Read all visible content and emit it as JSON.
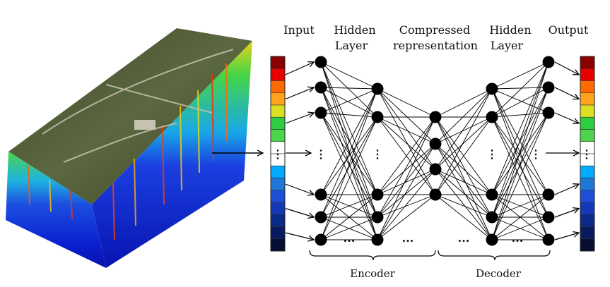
{
  "labels": {
    "input": "Input",
    "hidden_left_1": "Hidden",
    "hidden_left_2": "Layer",
    "compressed_1": "Compressed",
    "compressed_2": "representation",
    "hidden_right_1": "Hidden",
    "hidden_right_2": "Layer",
    "output": "Output",
    "encoder": "Encoder",
    "decoder": "Decoder"
  },
  "ellipsis": {
    "horizontal": "···",
    "vertical": "⋮"
  },
  "colors": {
    "node": "#000000",
    "edge": "#000000",
    "input_bar": [
      "#8b0000",
      "#e60000",
      "#ff6a00",
      "#ffa21c",
      "#d9e021",
      "#2ecc40",
      "#4cd54c",
      "#ffffff",
      "#ffffff",
      "#00aaff",
      "#1f78d8",
      "#1d4fd8",
      "#1438b8",
      "#0c2a8a",
      "#081b5e",
      "#060f33"
    ],
    "output_bar": [
      "#8b0000",
      "#e60000",
      "#ff6a00",
      "#ffa21c",
      "#d9e021",
      "#2ecc40",
      "#4cd54c",
      "#ffffff",
      "#ffffff",
      "#00aaff",
      "#1f78d8",
      "#1d4fd8",
      "#1438b8",
      "#0c2a8a",
      "#081b5e",
      "#060f33"
    ]
  },
  "network": {
    "layers": [
      {
        "name": "input-hidden",
        "nodes": 6,
        "gap_after": 3
      },
      {
        "name": "encoder-hidden",
        "nodes": 5,
        "gap_after": 2
      },
      {
        "name": "compressed",
        "nodes": 4,
        "gap_after": 99
      },
      {
        "name": "decoder-hidden",
        "nodes": 5,
        "gap_after": 2
      },
      {
        "name": "output-hidden",
        "nodes": 6,
        "gap_after": 3
      }
    ]
  }
}
